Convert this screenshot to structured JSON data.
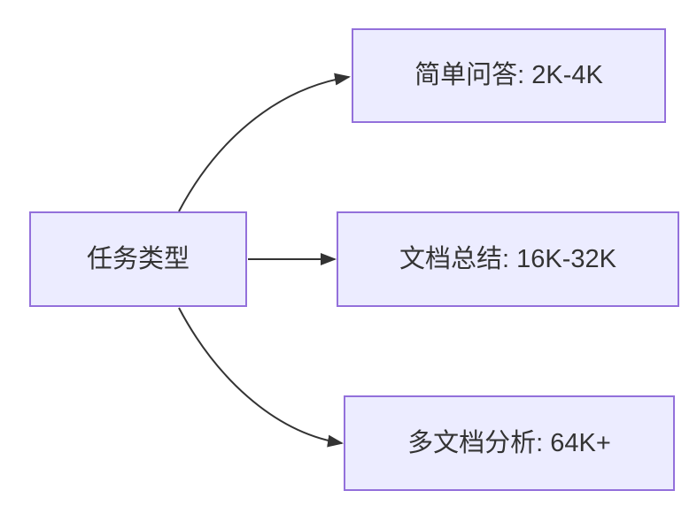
{
  "diagram": {
    "type": "flowchart",
    "direction": "left-to-right",
    "root": {
      "label": "任务类型"
    },
    "children": [
      {
        "label": "简单问答: 2K-4K"
      },
      {
        "label": "文档总结: 16K-32K"
      },
      {
        "label": "多文档分析: 64K+"
      }
    ],
    "edges": [
      {
        "from": "任务类型",
        "to": "简单问答: 2K-4K",
        "style": "curved-up-arrow"
      },
      {
        "from": "任务类型",
        "to": "文档总结: 16K-32K",
        "style": "straight-arrow"
      },
      {
        "from": "任务类型",
        "to": "多文档分析: 64K+",
        "style": "curved-down-arrow"
      }
    ],
    "colors": {
      "node_fill": "#ECECFF",
      "node_border": "#9370DB",
      "edge": "#333333",
      "text": "#333333",
      "background": "#FFFFFF"
    }
  }
}
